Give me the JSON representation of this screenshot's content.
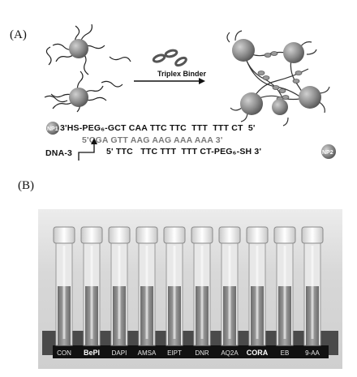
{
  "panel_a": {
    "label": "(A)",
    "arrow_label": "Triplex Binder",
    "np1_label": "NP1",
    "np2_label": "NP2",
    "strand1": "3'HS-PEG₆-GCT CAA TTC TTC  TTT  TTT CT  5'",
    "strand2": "5'CGA GTT AAG AAG AAA AAA 3'",
    "strand3": "5' TTC   TTC TTT  TTT CT-PEG₆-SH 3'",
    "dna_label": "DNA-3"
  },
  "panel_b": {
    "label": "(B)",
    "tubes": [
      {
        "label": "CON",
        "bold": false
      },
      {
        "label": "BePI",
        "bold": true
      },
      {
        "label": "DAPI",
        "bold": false
      },
      {
        "label": "AMSA",
        "bold": false
      },
      {
        "label": "EIPT",
        "bold": false
      },
      {
        "label": "DNR",
        "bold": false
      },
      {
        "label": "AQ2A",
        "bold": false
      },
      {
        "label": "CORA",
        "bold": true
      },
      {
        "label": "EB",
        "bold": false
      },
      {
        "label": "9-AA",
        "bold": false
      }
    ]
  },
  "colors": {
    "nanoparticle": "#8a8a8a",
    "seq_gray": "#7a7a7a",
    "label_bar": "#111111"
  }
}
